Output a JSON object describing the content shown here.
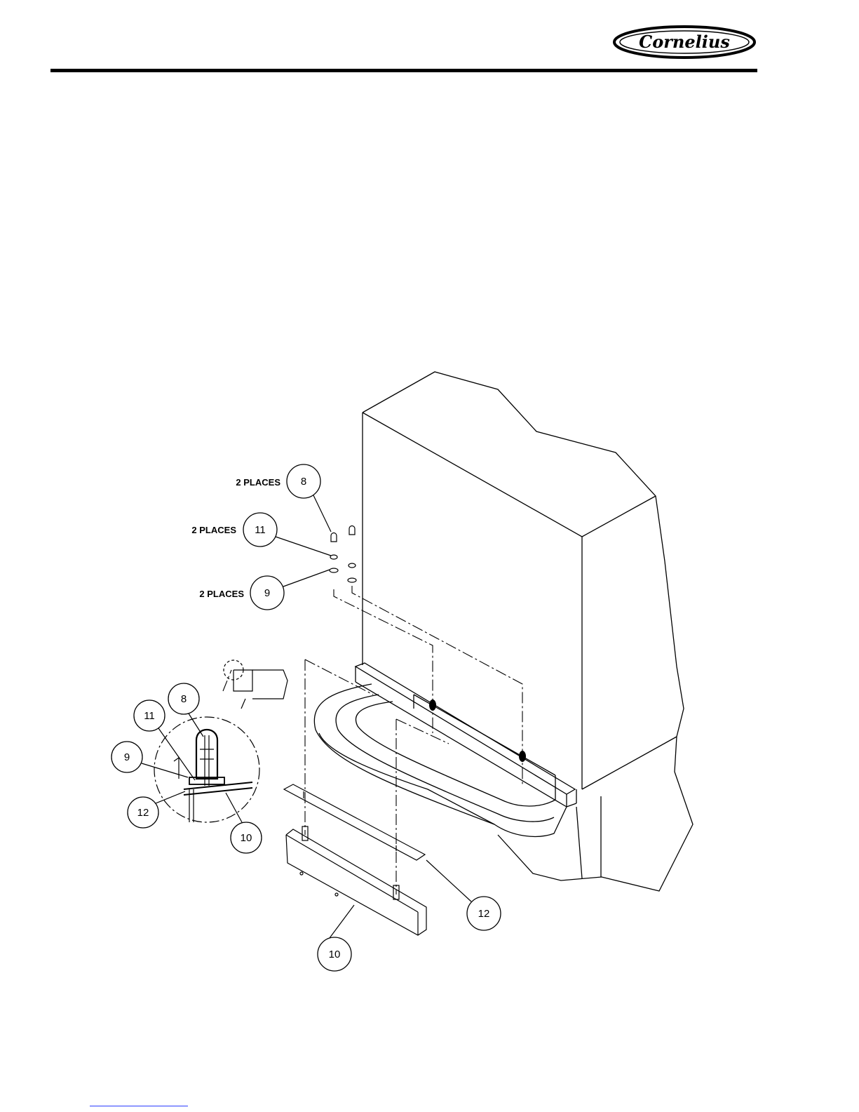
{
  "header": {
    "brand": "Cornelius"
  },
  "figure": {
    "places_labels": [
      "2 PLACES",
      "2 PLACES",
      "2 PLACES"
    ],
    "callouts_main": [
      "8",
      "11",
      "9",
      "12",
      "10"
    ],
    "callouts_detail": [
      "8",
      "11",
      "9",
      "12",
      "10"
    ]
  }
}
